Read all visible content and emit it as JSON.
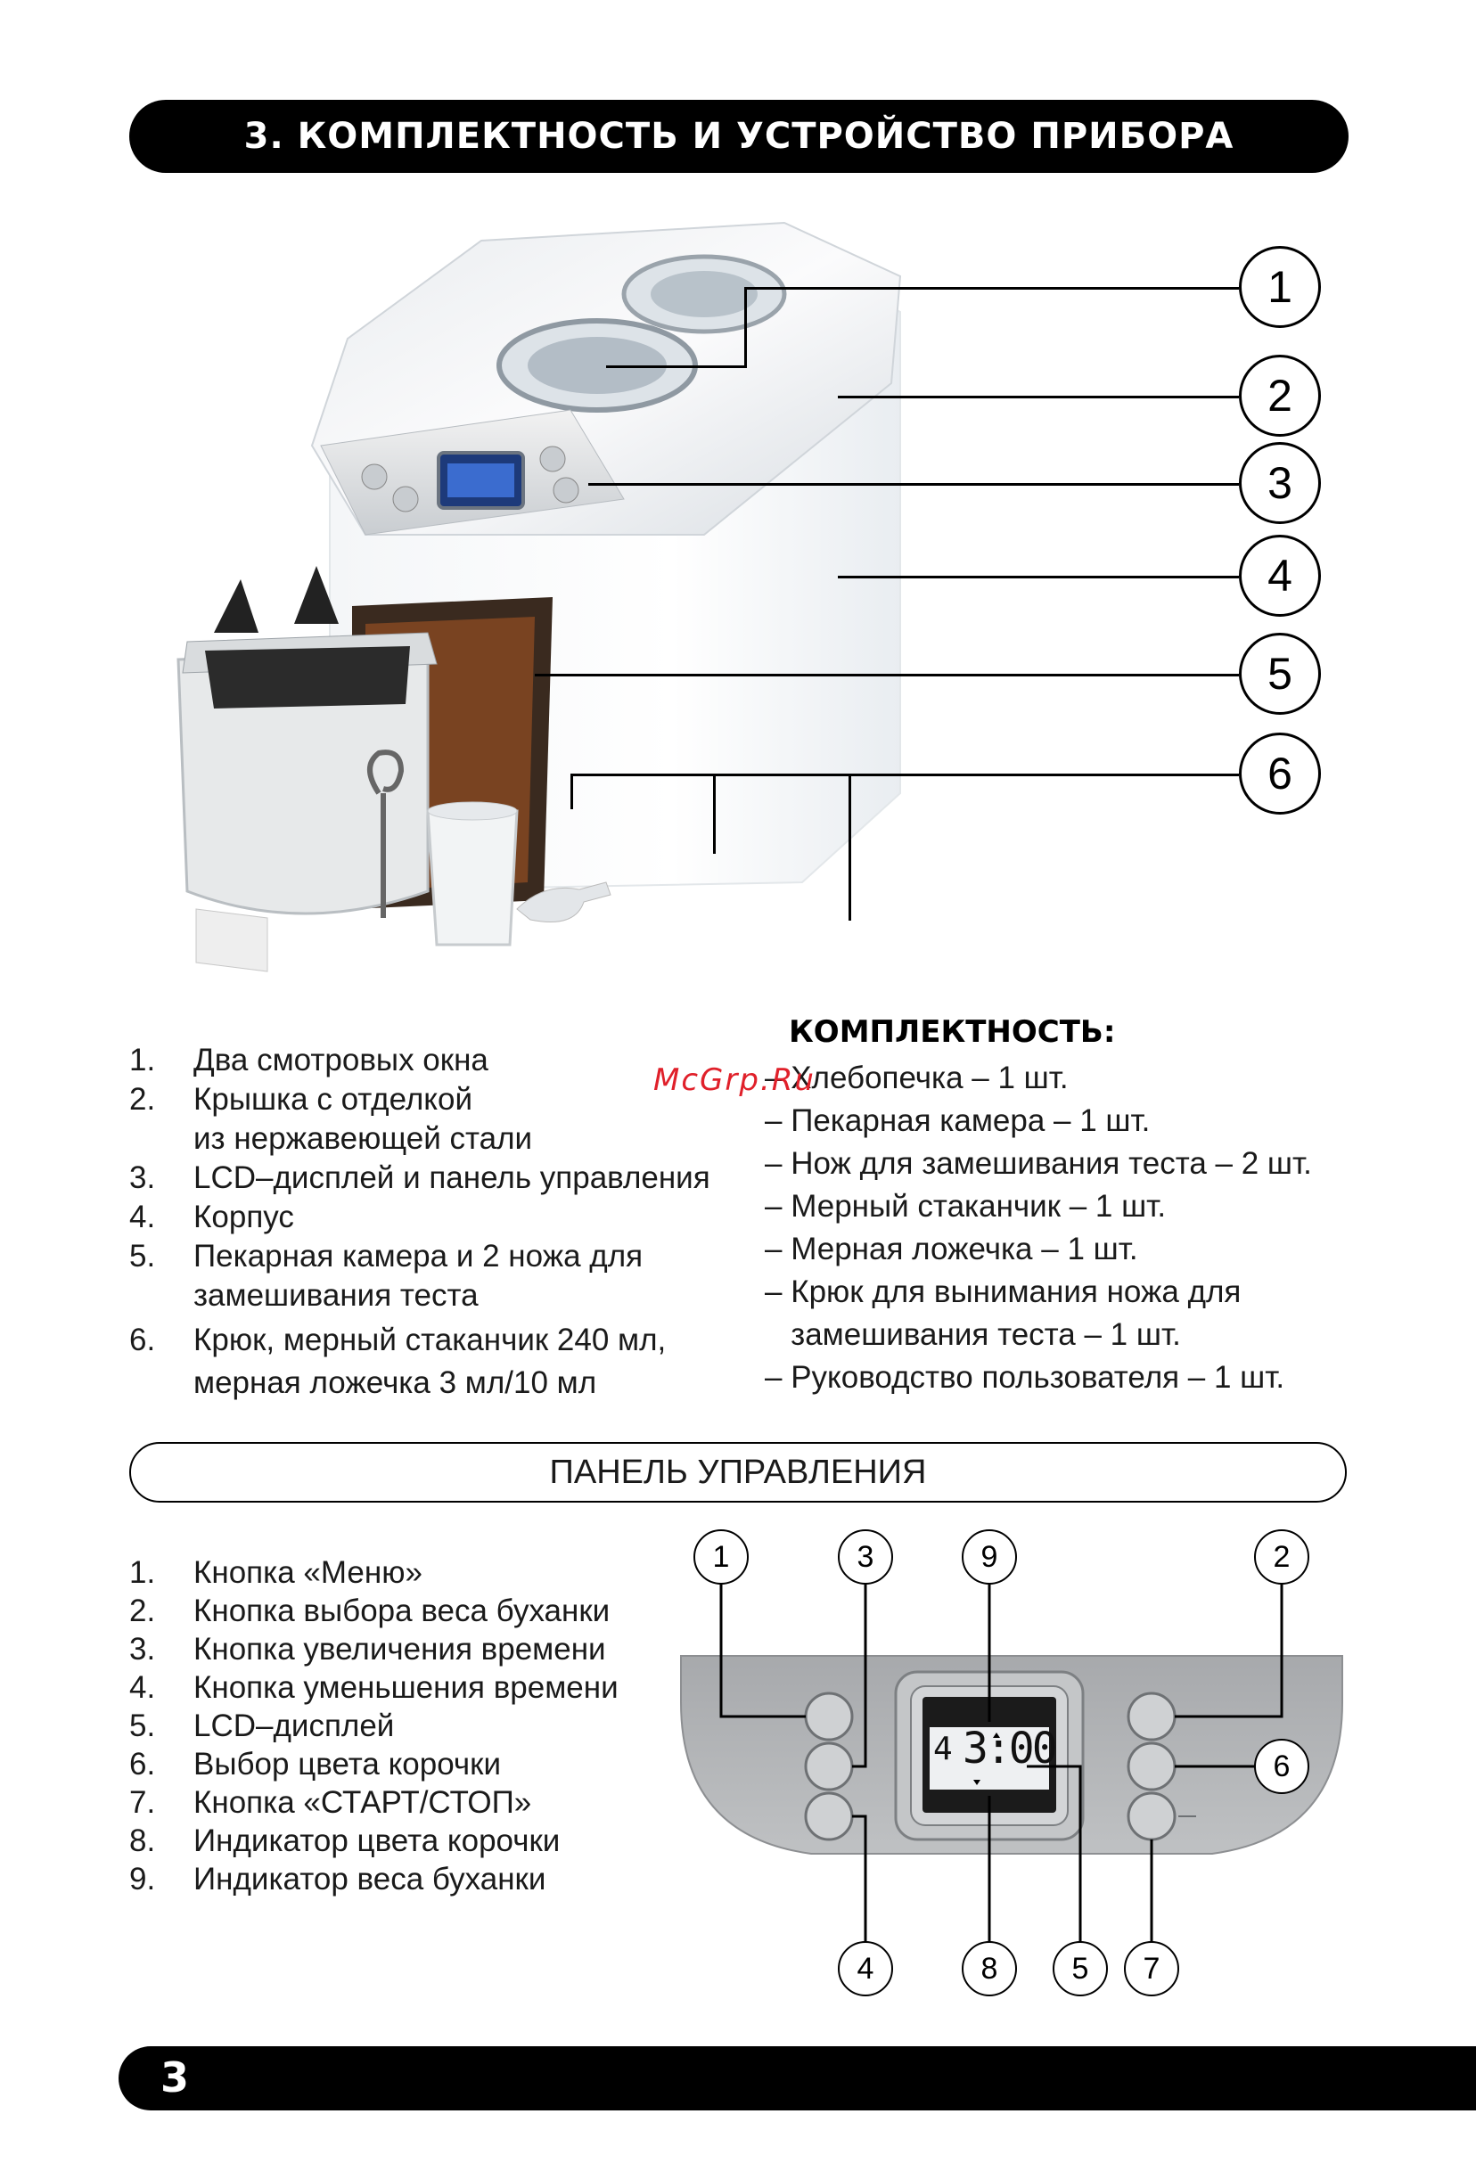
{
  "section_header": "3. КОМПЛЕКТНОСТЬ И УСТРОЙСТВО ПРИБОРА",
  "device_callouts": [
    "1",
    "2",
    "3",
    "4",
    "5",
    "6"
  ],
  "device_parts": [
    {
      "num": "1.",
      "text": "Два смотровых окна"
    },
    {
      "num": "2.",
      "text": "Крышка с отделкой"
    },
    {
      "num": "",
      "text": "из нержавеющей стали"
    },
    {
      "num": "3.",
      "text": "LCD–дисплей и панель управления"
    },
    {
      "num": "4.",
      "text": "Корпус"
    },
    {
      "num": "5.",
      "text": "Пекарная камера и 2 ножа для"
    },
    {
      "num": "",
      "text": "замешивания теста"
    },
    {
      "num": "6.",
      "text": "Крюк, мерный стаканчик 240 мл,"
    },
    {
      "num": "",
      "text": "мерная ложечка 3 мл/10 мл"
    }
  ],
  "kit_title": "КОМПЛЕКТНОСТЬ:",
  "kit_items": [
    "– Хлебопечка – 1 шт.",
    "– Пекарная камера – 1 шт.",
    "– Нож для замешивания теста – 2 шт.",
    "– Мерный стаканчик – 1 шт.",
    "– Мерная ложечка – 1 шт.",
    "– Крюк для вынимания ножа для",
    "   замешивания теста – 1 шт.",
    "– Руководство пользователя – 1 шт."
  ],
  "watermark": "McGrp.Ru",
  "panel_header": "ПАНЕЛЬ УПРАВЛЕНИЯ",
  "panel_items": [
    {
      "num": "1.",
      "text": "Кнопка «Меню»"
    },
    {
      "num": "2.",
      "text": "Кнопка выбора веса буханки"
    },
    {
      "num": "3.",
      "text": "Кнопка увеличения времени"
    },
    {
      "num": "4.",
      "text": "Кнопка уменьшения времени"
    },
    {
      "num": "5.",
      "text": "LCD–дисплей"
    },
    {
      "num": "6.",
      "text": "Выбор цвета корочки"
    },
    {
      "num": "7.",
      "text": "Кнопка «СТАРТ/СТОП»"
    },
    {
      "num": "8.",
      "text": "Индикатор цвета корочки"
    },
    {
      "num": "9.",
      "text": "Индикатор веса буханки"
    }
  ],
  "panel_callouts": {
    "c1": "1",
    "c3": "3",
    "c9": "9",
    "c2": "2",
    "c6": "6",
    "c4": "4",
    "c8": "8",
    "c5": "5",
    "c7": "7"
  },
  "lcd": {
    "program": "4",
    "time": "3:00"
  },
  "page_number": "3"
}
